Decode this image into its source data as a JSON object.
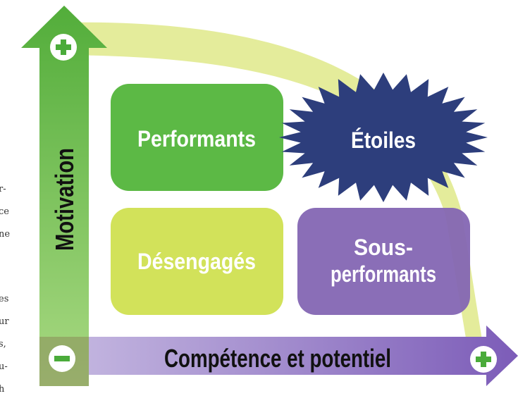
{
  "margin_fragments": [
    "r-",
    "ce",
    "ne",
    "es",
    "ur",
    "s,",
    "u-",
    "h"
  ],
  "quadrants": {
    "performants": {
      "label": "Performants",
      "color": "#5cb945"
    },
    "etoiles": {
      "label": "Étoiles",
      "color": "#2d3e7c"
    },
    "desengages": {
      "label": "Désengagés",
      "color": "#d2e25a"
    },
    "sous_performants": {
      "line1": "Sous-",
      "line2": "performants",
      "color": "#8466b3"
    }
  },
  "axes": {
    "y_label": "Motivation",
    "x_label": "Compétence et potentiel",
    "plus_symbol": "+",
    "minus_symbol": "−"
  },
  "colors": {
    "y_arrow": "#7dc15a",
    "x_arrow": "#a893cf",
    "arc": "#dfe98a",
    "sign_green": "#4aab3a"
  }
}
